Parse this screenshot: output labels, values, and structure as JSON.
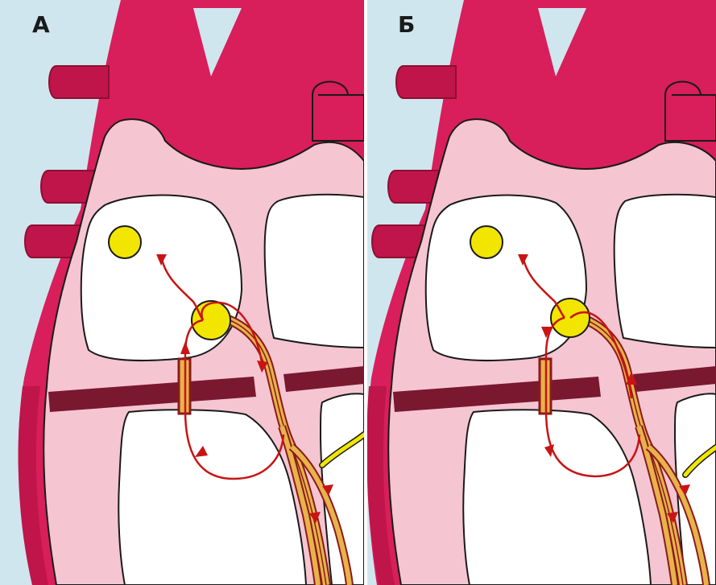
{
  "panels": [
    {
      "label": "А"
    },
    {
      "label": "Б"
    }
  ],
  "colors": {
    "background": "#cfe6ee",
    "heart_wall": "#d81e5b",
    "heart_wall_dark": "#c0154a",
    "myocardium": "#f5c5d2",
    "cavity": "#ffffff",
    "septum_band": "#7a1830",
    "node": "#f2e600",
    "pathway_fill": "#e8b34a",
    "pathway_core": "#8a1a1a",
    "arrow": "#c81414",
    "nerve": "#f2e600"
  },
  "icons": [
    "sa-node",
    "av-node",
    "accessory-pathway",
    "bundle-branches",
    "reentry-arrow"
  ]
}
